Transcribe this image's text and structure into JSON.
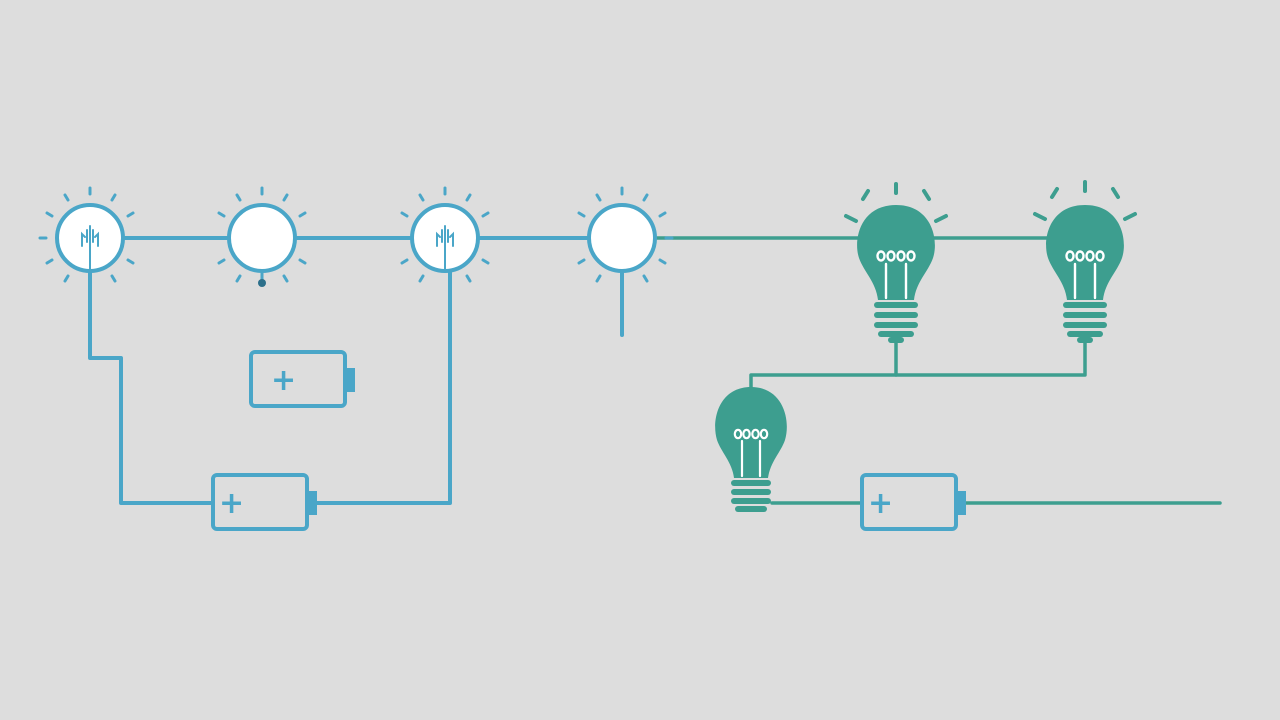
{
  "colors": {
    "background": "#dddddd",
    "blue": "#4aa6c8",
    "teal": "#3d9e8f",
    "bulb_fill": "#ffffff"
  },
  "components": {
    "lamps": [
      "glowing-lamp",
      "glowing-lamp",
      "glowing-lamp",
      "glowing-lamp"
    ],
    "bulbs": [
      "light-bulb-icon",
      "light-bulb-icon",
      "light-bulb-icon"
    ],
    "batteries": [
      "battery-icon",
      "battery-icon",
      "battery-icon"
    ],
    "battery_terminal_symbol": "+"
  }
}
